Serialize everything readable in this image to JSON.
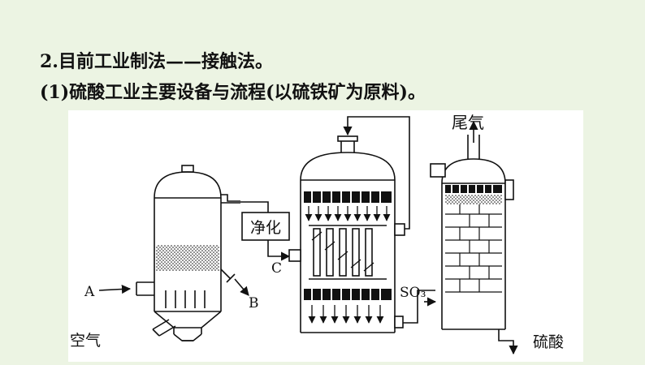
{
  "heading": "2.目前工业制法——接触法。",
  "subheading": "(1)硫酸工业主要设备与流程(以硫铁矿为原料)。",
  "diagram": {
    "labels": {
      "tail_gas": "尾气",
      "purify": "净化",
      "a": "A",
      "b": "B",
      "c": "C",
      "air": "空气",
      "so3": "SO₃",
      "sulfuric_acid": "硫酸"
    },
    "colors": {
      "background": "#ecf4e3",
      "diagram_bg": "#ffffff",
      "ink": "#111111"
    }
  }
}
